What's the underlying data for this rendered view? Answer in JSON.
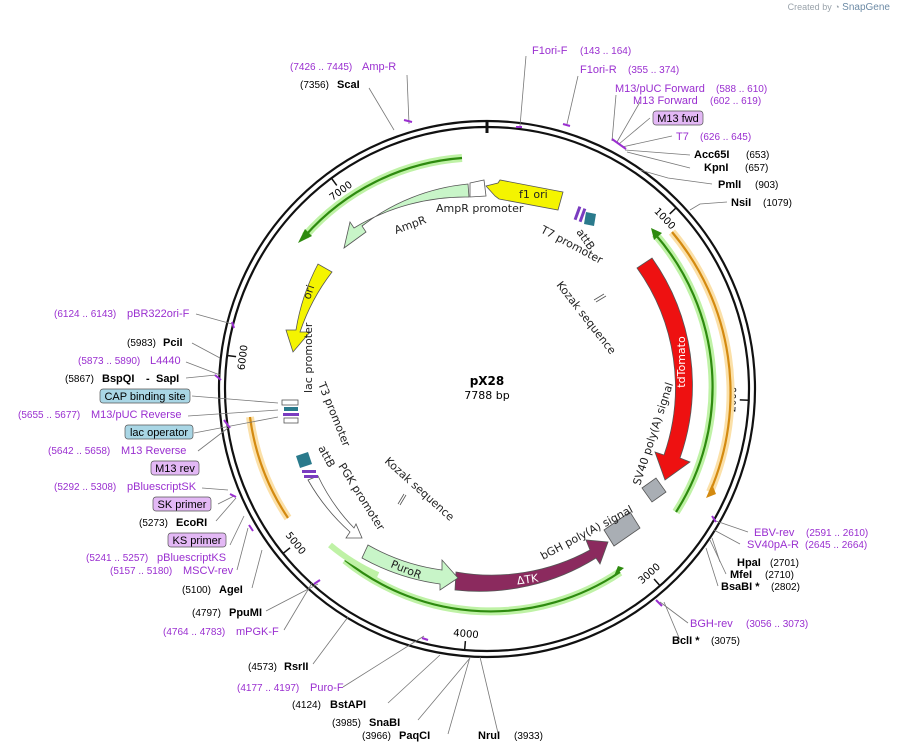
{
  "credit": {
    "prefix": "Created by",
    "brand": "SnapGene"
  },
  "plasmid": {
    "name": "pX28",
    "size_label": "7788 bp",
    "length": 7788
  },
  "colors": {
    "backbone": "#111111",
    "primer": "#9a2fd0",
    "green_arrow": "#2e8b0f",
    "green_glow": "#bff2a6",
    "orange_arrow": "#e0a030",
    "orange_glow": "#fbe0a8",
    "tdTomato": "#ee1111",
    "dTK": "#8b2a5e",
    "puroR": "#c8f5c8",
    "ampR": "#c8f5c8",
    "ori": "#f4f400",
    "f1ori": "#f4f400",
    "polyA": "#a9aeb4",
    "attB": "#2a7a8c",
    "boxed_blue": "#a9d6e5",
    "boxed_purple": "#e3b8f5"
  },
  "ticks": [
    "1000",
    "2000",
    "3000",
    "4000",
    "5000",
    "6000",
    "7000"
  ],
  "enzymes": [
    {
      "name": "ScaI",
      "pos": "(7356)"
    },
    {
      "name": "Acc65I",
      "pos": "(653)"
    },
    {
      "name": "KpnI",
      "pos": "(657)"
    },
    {
      "name": "PmlI",
      "pos": "(903)"
    },
    {
      "name": "NsiI",
      "pos": "(1079)"
    },
    {
      "name": "HpaI",
      "pos": "(2701)"
    },
    {
      "name": "MfeI",
      "pos": "(2710)"
    },
    {
      "name": "BsaBI *",
      "pos": "(2802)"
    },
    {
      "name": "BclI *",
      "pos": "(3075)"
    },
    {
      "name": "NruI",
      "pos": "(3933)"
    },
    {
      "name": "PaqCI",
      "pos": "(3966)"
    },
    {
      "name": "SnaBI",
      "pos": "(3985)"
    },
    {
      "name": "BstAPI",
      "pos": "(4124)"
    },
    {
      "name": "RsrII",
      "pos": "(4573)"
    },
    {
      "name": "PpuMI",
      "pos": "(4797)"
    },
    {
      "name": "AgeI",
      "pos": "(5100)"
    },
    {
      "name": "EcoRI",
      "pos": "(5273)"
    },
    {
      "name": "BspQI",
      "pos": "(5867)"
    },
    {
      "name": "SapI",
      "pos": "- "
    },
    {
      "name": "PciI",
      "pos": "(5983)"
    }
  ],
  "primers": [
    {
      "name": "Amp-R",
      "range": "(7426 .. 7445)"
    },
    {
      "name": "F1ori-F",
      "range": "(143 .. 164)"
    },
    {
      "name": "F1ori-R",
      "range": "(355 .. 374)"
    },
    {
      "name": "M13/pUC Forward",
      "range": "(588 .. 610)"
    },
    {
      "name": "M13 Forward",
      "range": "(602 .. 619)"
    },
    {
      "name": "T7",
      "range": "(626 .. 645)"
    },
    {
      "name": "EBV-rev",
      "range": "(2591 .. 2610)"
    },
    {
      "name": "SV40pA-R",
      "range": "(2645 .. 2664)"
    },
    {
      "name": "BGH-rev",
      "range": "(3056 .. 3073)"
    },
    {
      "name": "Puro-F",
      "range": "(4177 .. 4197)"
    },
    {
      "name": "mPGK-F",
      "range": "(4764 .. 4783)"
    },
    {
      "name": "MSCV-rev",
      "range": "(5157 .. 5180)"
    },
    {
      "name": "pBluescriptKS",
      "range": "(5241 .. 5257)"
    },
    {
      "name": "pBluescriptSK",
      "range": "(5292 .. 5308)"
    },
    {
      "name": "M13 Reverse",
      "range": "(5642 .. 5658)"
    },
    {
      "name": "M13/pUC Reverse",
      "range": "(5655 .. 5677)"
    },
    {
      "name": "L4440",
      "range": "(5873 .. 5890)"
    },
    {
      "name": "pBR322ori-F",
      "range": "(6124 .. 6143)"
    }
  ],
  "boxed_labels": [
    "M13 fwd",
    "CAP binding site",
    "lac operator",
    "M13 rev",
    "SK primer",
    "KS primer"
  ],
  "features": [
    {
      "name": "f1 ori"
    },
    {
      "name": "AmpR promoter"
    },
    {
      "name": "AmpR"
    },
    {
      "name": "ori"
    },
    {
      "name": "lac promoter"
    },
    {
      "name": "T3 promoter"
    },
    {
      "name": "attB"
    },
    {
      "name": "PGK promoter"
    },
    {
      "name": "Kozak sequence"
    },
    {
      "name": "PuroR"
    },
    {
      "name": "ΔTK"
    },
    {
      "name": "bGH poly(A) signal"
    },
    {
      "name": "SV40 poly(A) signal"
    },
    {
      "name": "tdTomato"
    },
    {
      "name": "Kozak sequence"
    },
    {
      "name": "T7 promoter"
    },
    {
      "name": "attB"
    }
  ]
}
